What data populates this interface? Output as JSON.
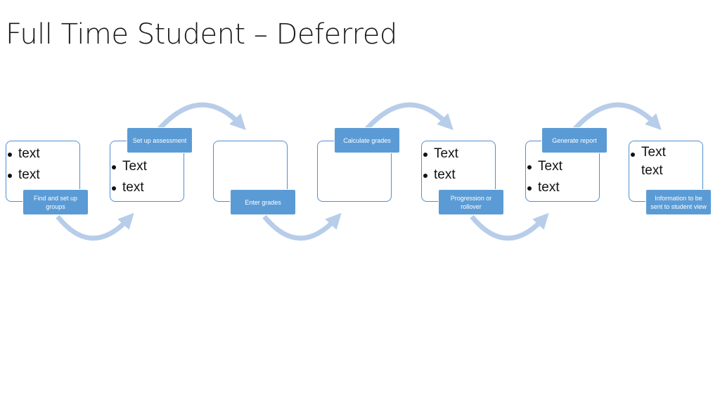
{
  "title": "Full Time Student – Deferred",
  "colors": {
    "accent": "#5b9bd5",
    "border": "#4f8fd1",
    "arrow": "#b7cde9"
  },
  "steps": [
    {
      "label": "Find and set up groups",
      "bullets": [
        "text",
        "text"
      ]
    },
    {
      "label": "Set up assessment",
      "bullets": [
        "Text",
        "text"
      ]
    },
    {
      "label": "Enter grades",
      "bullets": []
    },
    {
      "label": "Calculate grades",
      "bullets": []
    },
    {
      "label": "Progression or rollover",
      "bullets": [
        "Text",
        "text"
      ]
    },
    {
      "label": "Generate report",
      "bullets": [
        "Text",
        "text"
      ]
    },
    {
      "label": "Information to be sent to student view",
      "bullets": [],
      "text_lines": [
        "Text",
        "text"
      ]
    }
  ]
}
